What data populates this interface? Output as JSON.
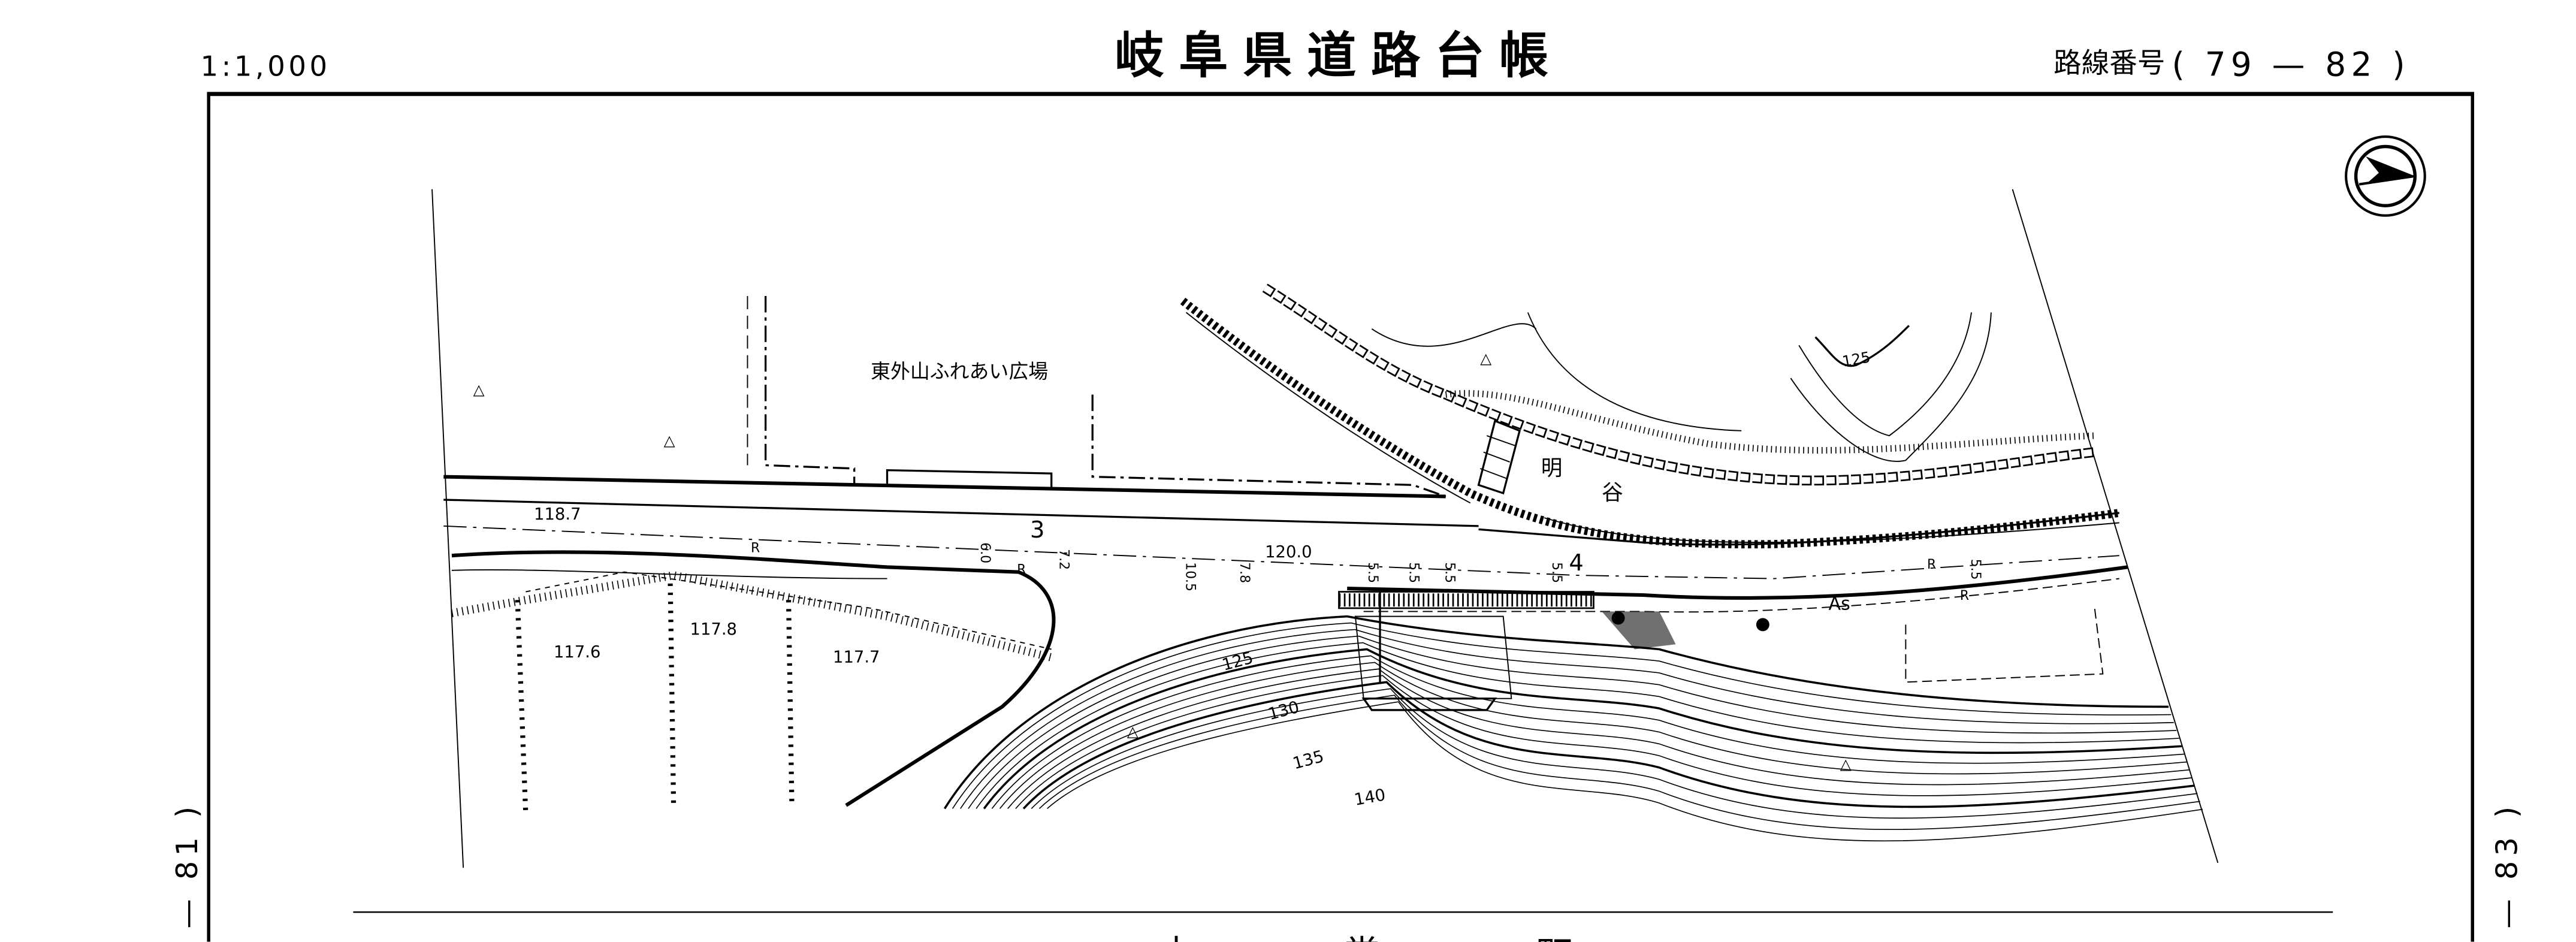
{
  "header": {
    "scale": "1:1,000",
    "title": "岐阜県道路台帳",
    "route_number_label": "路線番号",
    "route_number_value": "( 79 — 82 )"
  },
  "side_labels": {
    "left_sheet": "— 81 )",
    "right_sheet": "— 83 )"
  },
  "map": {
    "place_name": "東外山ふれあい広場",
    "valley_name_1": "明",
    "valley_name_2": "谷",
    "elevations": [
      "118.7",
      "117.6",
      "117.8",
      "117.7",
      "120.0"
    ],
    "station_numbers": [
      "3",
      "4"
    ],
    "contour_labels": [
      "125",
      "130",
      "135",
      "140",
      "125"
    ],
    "width_labels": [
      "6.0",
      "7.2",
      "10.5",
      "7.8",
      "5.5",
      "5.5",
      "5.5",
      "5.5",
      "5.5"
    ],
    "road_marks": [
      "R",
      "R",
      "R",
      "R"
    ],
    "surface_label": "As",
    "land_marks": [
      "△",
      "△",
      "△",
      "△",
      "△"
    ],
    "north_arrow_icon": "north-arrow-icon"
  },
  "footer": {
    "partial_chars": [
      "本",
      "堂",
      "町"
    ]
  }
}
